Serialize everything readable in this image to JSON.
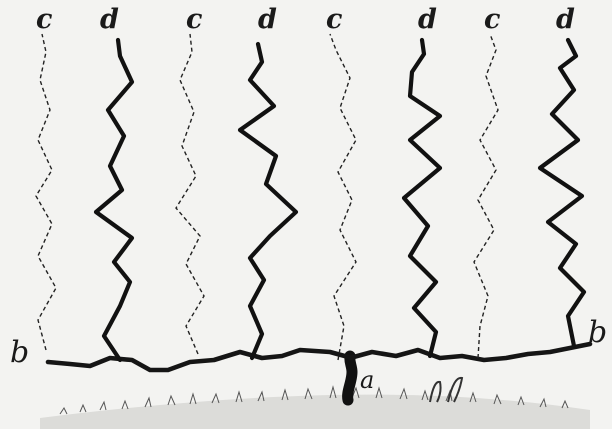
{
  "figure": {
    "labels": {
      "c1": "c",
      "d1": "d",
      "c2": "c",
      "d2": "d",
      "c3": "c",
      "d3": "d",
      "c4": "c",
      "d4": "d",
      "b_left": "b",
      "b_right": "b",
      "a": "a"
    },
    "colors": {
      "ink": "#111111",
      "paper": "#f3f3f1"
    }
  }
}
